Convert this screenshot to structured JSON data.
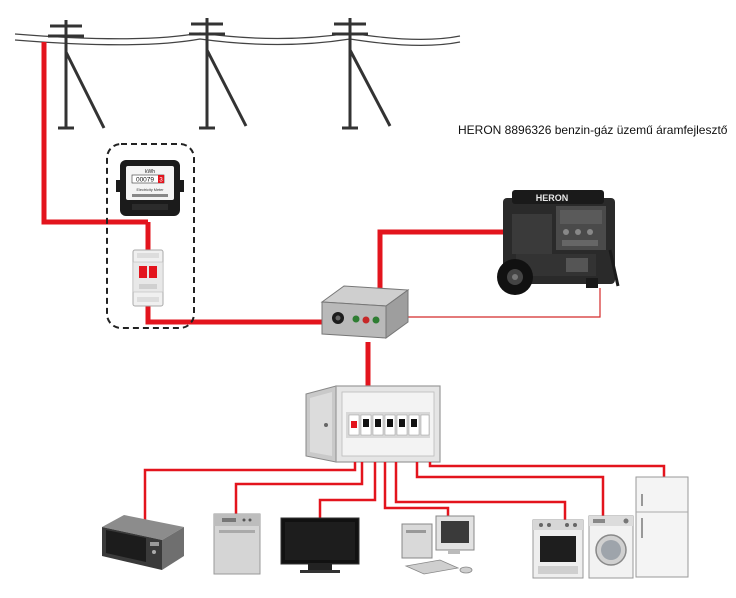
{
  "caption": "HERON 8896326 benzin-gáz üzemű áramfejlesztő",
  "meter": {
    "unit": "kWh",
    "reading": "00079",
    "reading_last": "3",
    "label": "Electricity Meter"
  },
  "generator": {
    "brand": "HERON"
  },
  "colors": {
    "wire": "#e3141d",
    "thin_wire": "#d42a2a",
    "line": "#333333"
  },
  "icons": [
    "power-pole-icon",
    "electricity-meter-icon",
    "circuit-breaker-icon",
    "transfer-switch-box-icon",
    "generator-icon",
    "distribution-board-icon",
    "microwave-icon",
    "dishwasher-icon",
    "tv-icon",
    "computer-icon",
    "oven-icon",
    "washing-machine-icon",
    "refrigerator-icon"
  ]
}
